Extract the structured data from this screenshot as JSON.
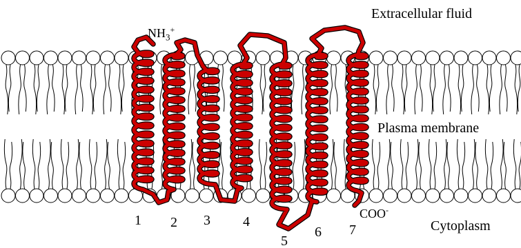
{
  "labels": {
    "extracellular": "Extracellular fluid",
    "membrane": "Plasma membrane",
    "cytoplasm": "Cytoplasm",
    "n_terminus": {
      "base": "NH",
      "sub": "3",
      "sup": "+"
    },
    "c_terminus": {
      "base": "COO",
      "sup": "-"
    }
  },
  "helix_numbers": [
    "1",
    "2",
    "3",
    "4",
    "5",
    "6",
    "7"
  ],
  "colors": {
    "protein": "#cc0000",
    "protein_outline": "#000000",
    "lipid_head_fill": "#ffffff",
    "lipid_line": "#000000"
  }
}
